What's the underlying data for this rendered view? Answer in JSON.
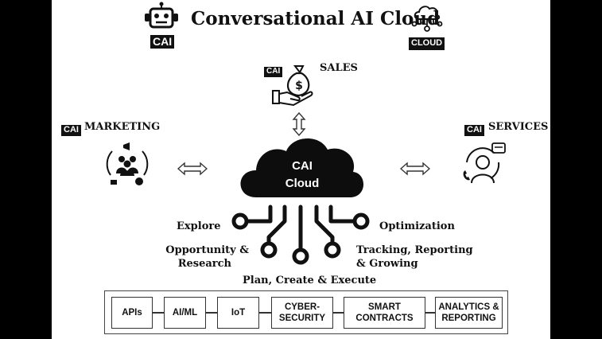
{
  "header": {
    "title": "Conversational AI Cloud",
    "left_badge": "CAI",
    "right_badge": "CLOUD"
  },
  "sales": {
    "badge": "CAI",
    "label": "SALES"
  },
  "marketing": {
    "badge": "CAI",
    "label": "MARKETING"
  },
  "services": {
    "badge": "CAI",
    "label": "SERVICES"
  },
  "cloud": {
    "line1": "CAI",
    "line2": "Cloud"
  },
  "branches": {
    "explore": "Explore",
    "optimization": "Optimization",
    "opportunity_line1": "Opportunity &",
    "opportunity_line2": "Research",
    "tracking_line1": "Tracking, Reporting",
    "tracking_line2": "& Growing",
    "plan": "Plan, Create & Execute"
  },
  "tech_stack": [
    {
      "line1": "APIs",
      "line2": ""
    },
    {
      "line1": "AI/ML",
      "line2": ""
    },
    {
      "line1": "IoT",
      "line2": ""
    },
    {
      "line1": "CYBER-",
      "line2": "SECURITY"
    },
    {
      "line1": "SMART",
      "line2": "CONTRACTS"
    },
    {
      "line1": "ANALYTICS &",
      "line2": "REPORTING"
    }
  ],
  "icons": [
    "robot-icon",
    "cloud-network-icon",
    "money-bag-hand-icon",
    "team-megaphone-icon",
    "support-agent-icon",
    "vertical-double-arrow-icon",
    "horizontal-double-arrow-icon",
    "circuit-node-icon"
  ]
}
